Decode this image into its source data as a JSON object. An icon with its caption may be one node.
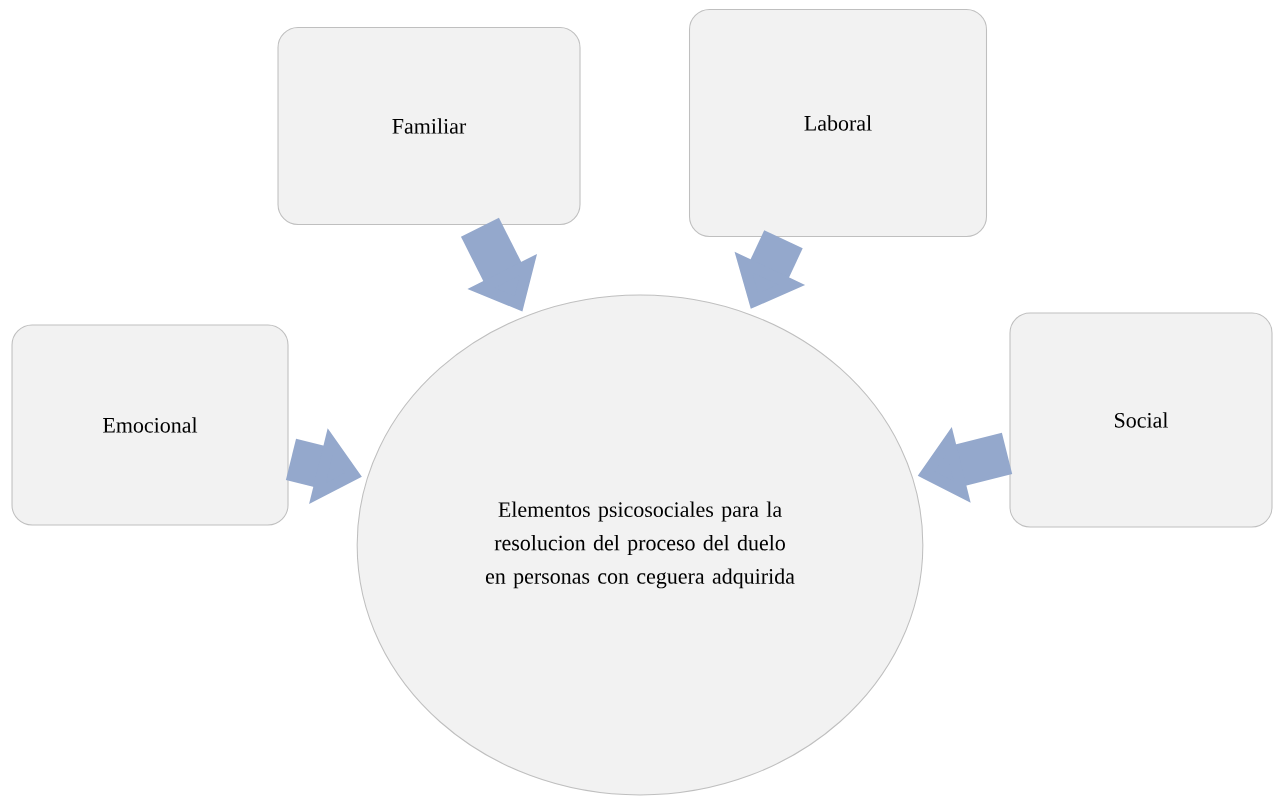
{
  "diagram": {
    "nodes": [
      {
        "text": [
          "Familiar"
        ]
      },
      {
        "text": [
          "Laboral"
        ]
      },
      {
        "text": [
          "Emocional"
        ]
      },
      {
        "text": [
          "Elementos psicosociales para la resolucion del proceso del duelo en personas con ceguera adquirida"
        ]
      },
      {
        "text": [
          "Social"
        ]
      }
    ],
    "edges": [
      {
        "from": 0,
        "to": 3,
        "arrow": "to"
      },
      {
        "from": 1,
        "to": 3,
        "arrow": "to"
      },
      {
        "from": 2,
        "to": 3,
        "arrow": "to"
      },
      {
        "from": 4,
        "to": 3,
        "arrow": "to"
      }
    ]
  }
}
